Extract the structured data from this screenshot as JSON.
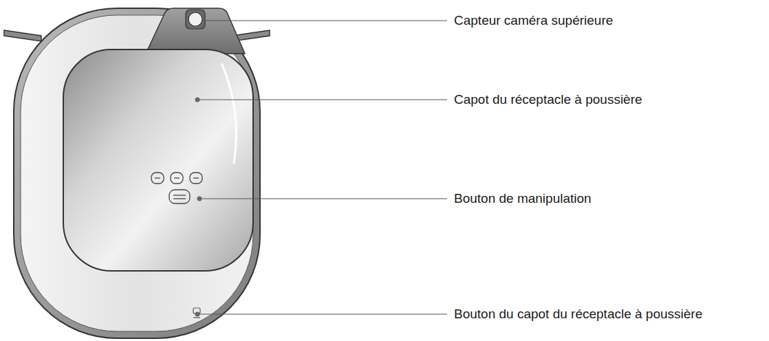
{
  "diagram": {
    "labels": [
      "Capteur caméra supérieure",
      "Capot du réceptacle à poussière",
      "Bouton de manipulation",
      "Bouton du capot du réceptacle à poussière"
    ]
  }
}
